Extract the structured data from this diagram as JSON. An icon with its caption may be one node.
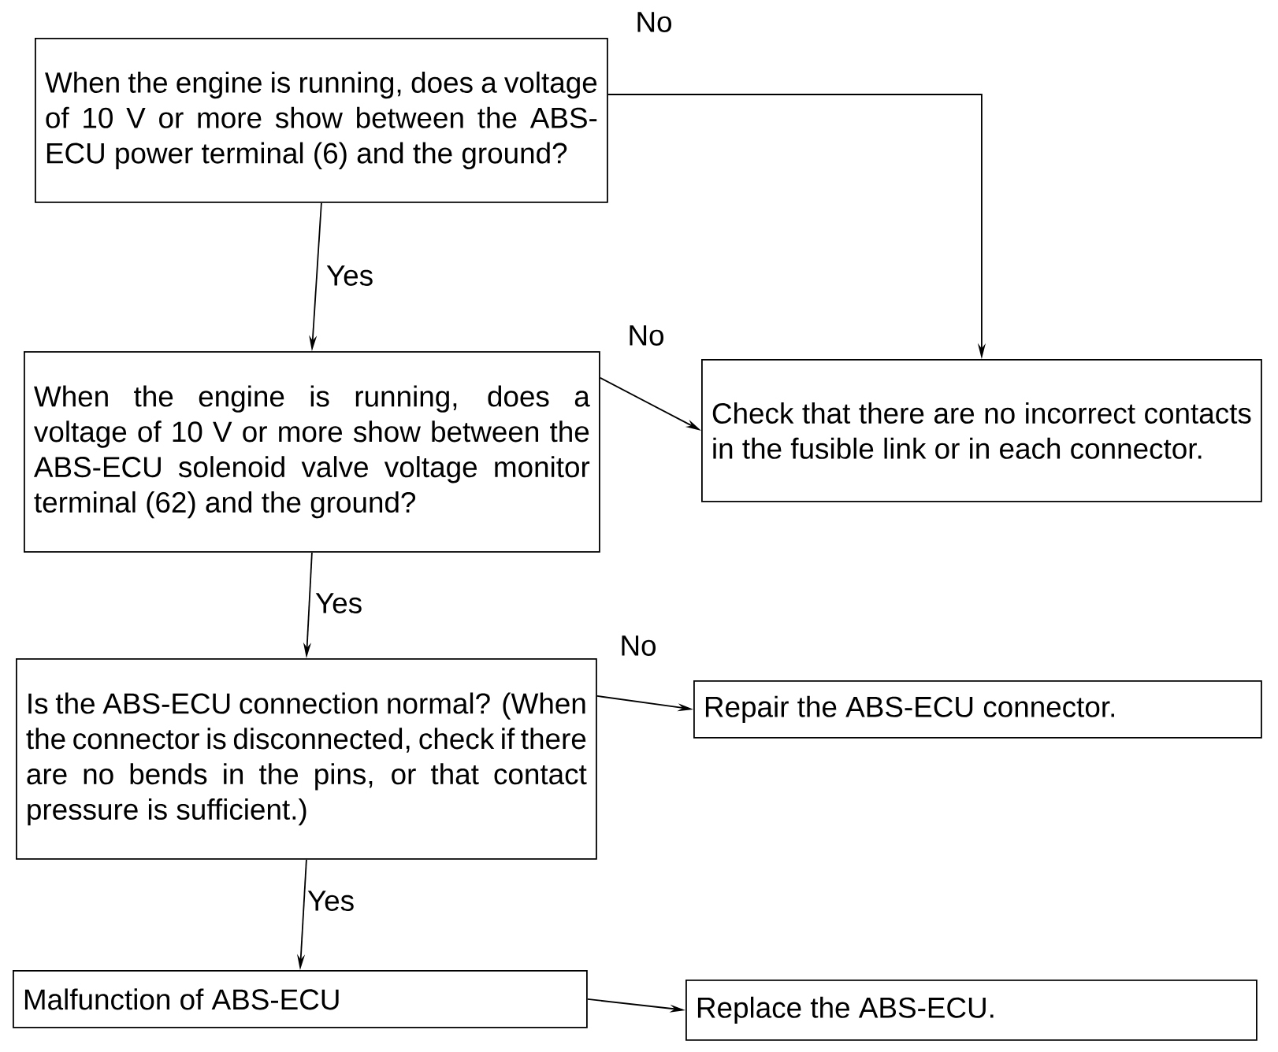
{
  "diagram": {
    "nodes": [
      {
        "text": [
          "When the engine is running, does a voltage of 10 V or more show between the ABS-ECU power terminal (6) and the ground?"
        ]
      },
      {
        "text": [
          "When the engine is running, does a voltage of 10 V or more show between the ABS-ECU solenoid valve voltage monitor terminal (62) and the ground?"
        ]
      },
      {
        "text": [
          "Check that there are no incorrect contacts in the fusible link or in each connector."
        ]
      },
      {
        "text": [
          "Is the ABS-ECU connection normal? (When the connector is disconnected, check if there are no bends in the pins, or that contact pressure is sufficient.)"
        ]
      },
      {
        "text": [
          "Repair the ABS-ECU connector."
        ]
      },
      {
        "text": [
          "Malfunction of ABS-ECU"
        ]
      },
      {
        "text": [
          "Replace the ABS-ECU."
        ]
      }
    ],
    "edges": [
      {
        "from": 0,
        "to": 2,
        "arrow": "to",
        "label": "No"
      },
      {
        "from": 0,
        "to": 1,
        "arrow": "to",
        "label": "Yes"
      },
      {
        "from": 1,
        "to": 2,
        "arrow": "to",
        "label": "No"
      },
      {
        "from": 1,
        "to": 3,
        "arrow": "to",
        "label": "Yes"
      },
      {
        "from": 3,
        "to": 4,
        "arrow": "to",
        "label": "No"
      },
      {
        "from": 3,
        "to": 5,
        "arrow": "to",
        "label": "Yes"
      },
      {
        "from": 5,
        "to": 6,
        "arrow": "to"
      }
    ]
  }
}
